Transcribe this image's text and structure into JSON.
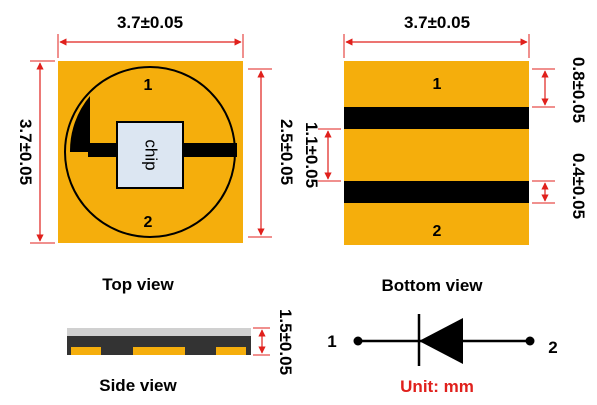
{
  "top_view": {
    "caption": "Top view",
    "width_dim": "3.7±0.05",
    "height_dim": "3.7±0.05",
    "inner_dim": "2.5±0.05",
    "chip_label": "chip",
    "pad1_label": "1",
    "pad2_label": "2"
  },
  "bottom_view": {
    "caption": "Bottom view",
    "width_dim": "3.7±0.05",
    "gap_dim": "1.1±0.05",
    "top_gap_dim": "0.8±0.05",
    "bar_dim": "0.4±0.05",
    "pad1_label": "1",
    "pad2_label": "2"
  },
  "side_view": {
    "caption": "Side view",
    "thickness_dim": "1.5±0.05"
  },
  "diode": {
    "anode_label": "1",
    "cathode_label": "2"
  },
  "unit_note": "Unit: mm",
  "colors": {
    "pad": "#F5AE0C",
    "dimension": "#E0201C",
    "unit_text": "#E0201C",
    "chip_fill": "#DCE6F2",
    "black": "#000000"
  }
}
